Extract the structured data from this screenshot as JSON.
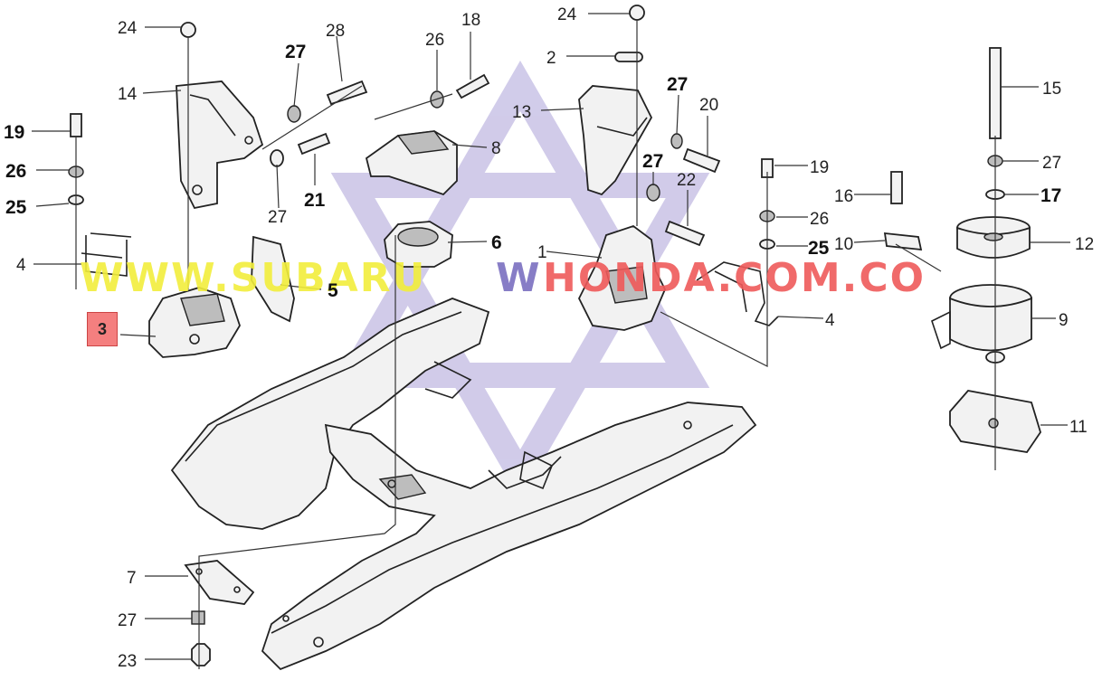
{
  "diagram": {
    "watermark": {
      "part1": "WWW.SUBARU",
      "part2": "W",
      "part3": "HONDA.COM.CO",
      "colors": {
        "yellow": "#f2ee3c",
        "purple": "#7b6fc0",
        "red": "#ef5a5a",
        "star": "#c9c3e6"
      }
    },
    "highlighted_callout": "3",
    "labels": {
      "l1": "1",
      "l2": "2",
      "l4a": "4",
      "l4b": "4",
      "l5": "5",
      "l6": "6",
      "l7": "7",
      "l8": "8",
      "l9": "9",
      "l10": "10",
      "l11": "11",
      "l12": "12",
      "l13": "13",
      "l14": "14",
      "l15": "15",
      "l16": "16",
      "l17": "17",
      "l18": "18",
      "l19a": "19",
      "l19b": "19",
      "l20": "20",
      "l21": "21",
      "l22": "22",
      "l23": "23",
      "l24a": "24",
      "l24b": "24",
      "l25a": "25",
      "l25b": "25",
      "l26a": "26",
      "l26b": "26",
      "l26c": "26",
      "l27a": "27",
      "l27b": "27",
      "l27c": "27",
      "l27d": "27",
      "l27e": "27",
      "l27f": "27",
      "l28": "28"
    }
  }
}
